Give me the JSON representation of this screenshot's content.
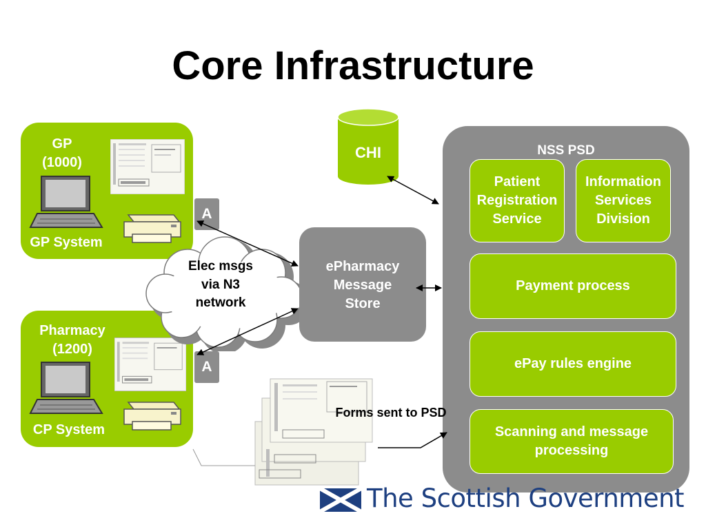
{
  "title": "Core Infrastructure",
  "gp": {
    "label": "GP\n(1000)",
    "system": "GP System"
  },
  "pharmacy": {
    "label": "Pharmacy\n(1200)",
    "system": "CP System"
  },
  "badge_a": "A",
  "cloud": {
    "label": "Elec msgs\nvia N3\nnetwork"
  },
  "chi": {
    "label": "CHI"
  },
  "epharmacy": {
    "label": "ePharmacy\nMessage\nStore"
  },
  "forms_label": "Forms sent to PSD",
  "nss": {
    "title": "NSS PSD",
    "patient_registration": "Patient\nRegistration\nService",
    "information_services": "Information\nServices\nDivision",
    "payment": "Payment process",
    "epay": "ePay rules engine",
    "scanning": "Scanning and message\nprocessing"
  },
  "footer": {
    "logo_text": "The Scottish Government"
  },
  "colors": {
    "green": "#99cc00",
    "gray": "#8c8c8c",
    "navy": "#1d3f80"
  }
}
